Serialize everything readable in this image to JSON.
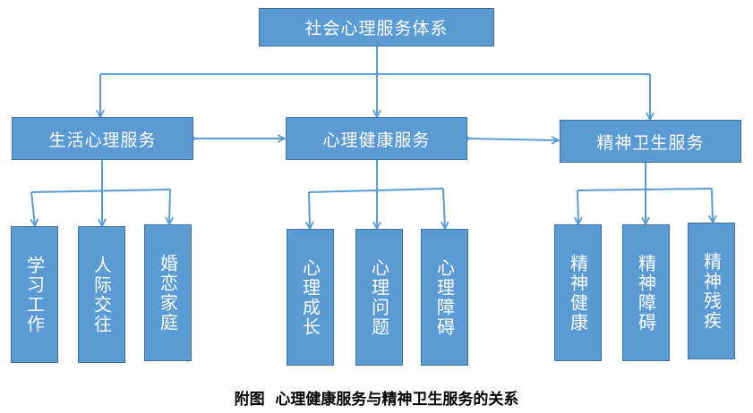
{
  "colors": {
    "box_fill": "#5b9bd5",
    "box_border": "#41719c",
    "connector": "#5b9bd5",
    "box_text": "#ffffff"
  },
  "root": "社会心理服务体系",
  "categories": [
    {
      "label": "生活心理服务",
      "items": [
        "学习工作",
        "人际交往",
        "婚恋家庭"
      ]
    },
    {
      "label": "心理健康服务",
      "items": [
        "心理成长",
        "心理问题",
        "心理障碍"
      ]
    },
    {
      "label": "精神卫生服务",
      "items": [
        "精神健康",
        "精神障碍",
        "精神残疾"
      ]
    }
  ],
  "caption": "附图  心理健康服务与精神卫生服务的关系"
}
